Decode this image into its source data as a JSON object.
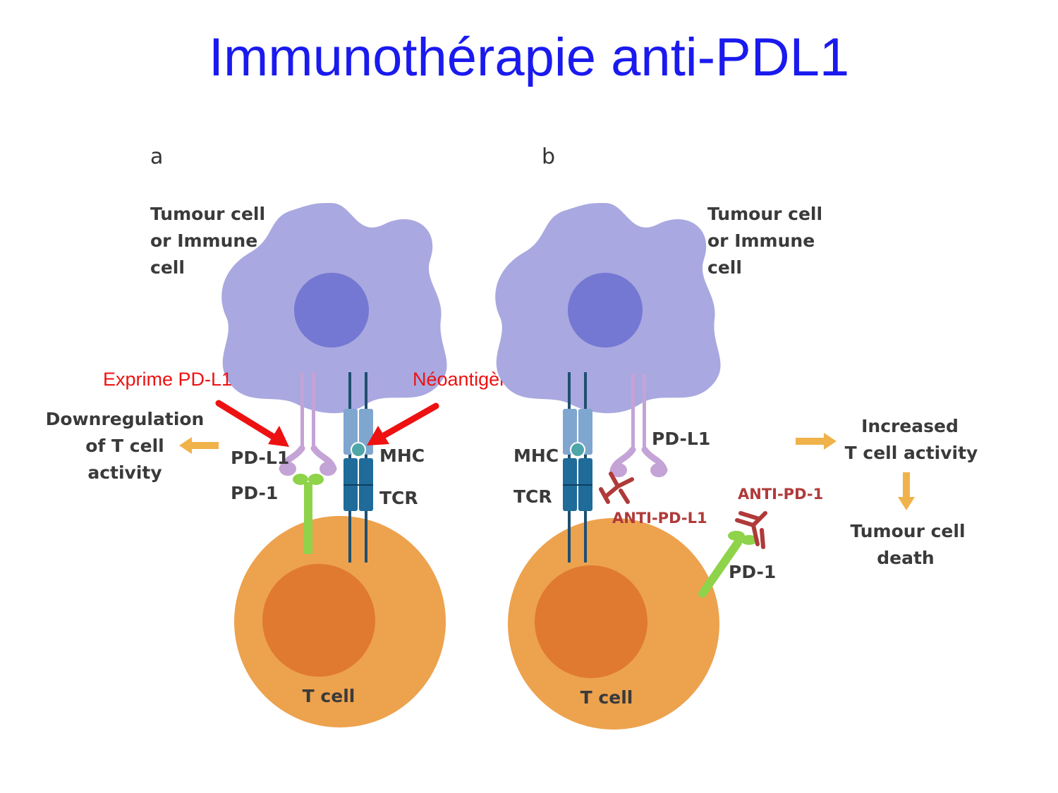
{
  "title": "Immunothérapie anti-PDL1",
  "panels": {
    "a": {
      "letter": "a",
      "cell_label": [
        "Tumour cell",
        "or Immune",
        "cell"
      ],
      "outcome": [
        "Downregulation",
        "of T cell",
        "activity"
      ],
      "pdl1": "PD-L1",
      "pd1": "PD-1",
      "mhc": "MHC",
      "tcr": "TCR",
      "tcell": "T cell"
    },
    "b": {
      "letter": "b",
      "cell_label": [
        "Tumour cell",
        "or Immune",
        "cell"
      ],
      "pdl1": "PD-L1",
      "mhc": "MHC",
      "tcr": "TCR",
      "anti_pdl1": "ANTI-PD-L1",
      "anti_pd1": "ANTI-PD-1",
      "pd1": "PD-1",
      "outcome": [
        "Increased",
        "T cell activity"
      ],
      "result": [
        "Tumour cell",
        "death"
      ],
      "tcell": "T cell"
    }
  },
  "annotations": {
    "exprime": "Exprime PD-L1",
    "neo": "Néoantigènes"
  },
  "colors": {
    "title": "#1a1aee",
    "tumour_cell": "#a9a8e0",
    "tumour_nucleus": "#7478d2",
    "t_cell": "#eda24e",
    "t_nucleus": "#e07a30",
    "pd1": "#8ed34a",
    "pdl1": "#c4a3d6",
    "receptor_dark": "#1f6b9a",
    "receptor_light": "#7fa6cf",
    "antibody": "#b03a3a",
    "arrow_orange": "#f0b24a",
    "annotation_red": "#ee1111"
  }
}
